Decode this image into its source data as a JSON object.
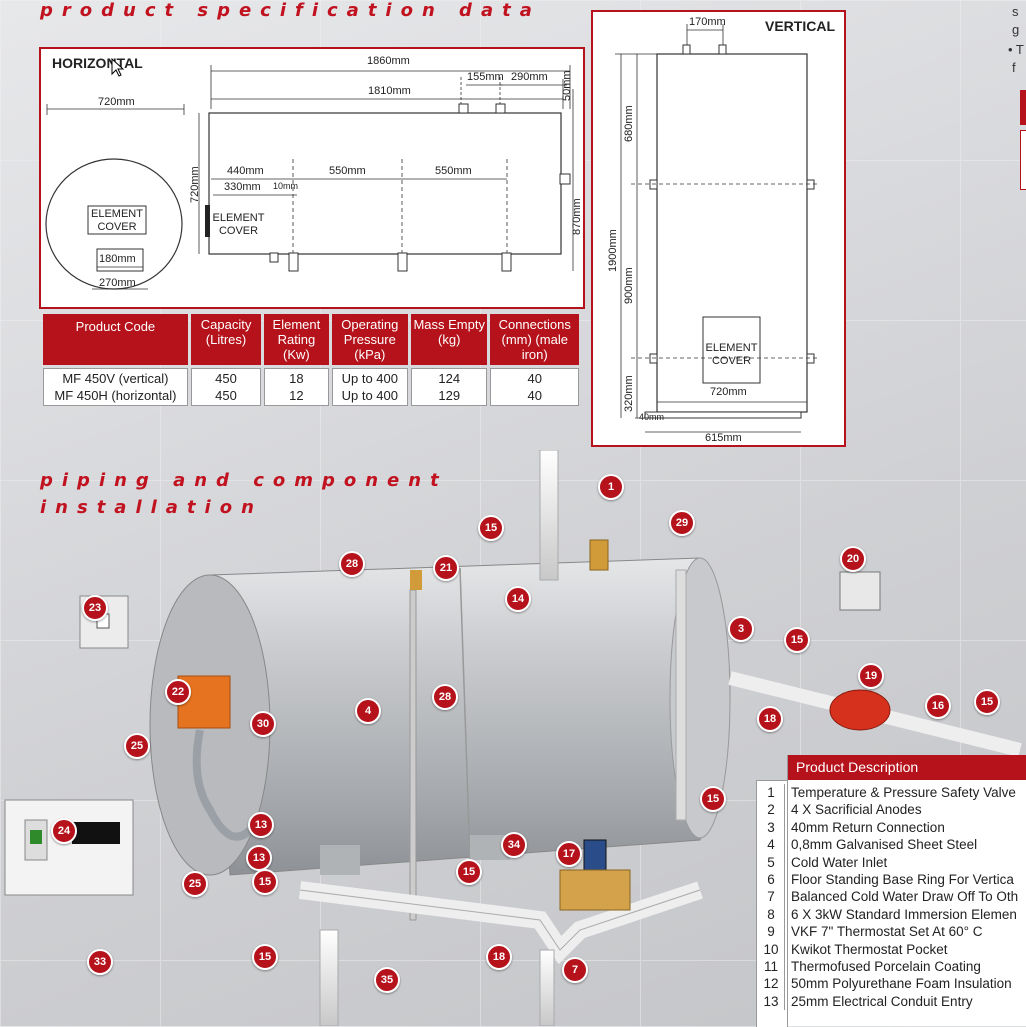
{
  "titles": {
    "spec": "product specification data",
    "piping_line1": "piping and component",
    "piping_line2": "installation"
  },
  "horizontal": {
    "label": "HORIZONTAL",
    "dims": {
      "d1860": "1860mm",
      "d155": "155mm",
      "d290": "290mm",
      "d1810": "1810mm",
      "d50": "50mm",
      "d720top": "720mm",
      "d720side": "720mm",
      "d440": "440mm",
      "d550a": "550mm",
      "d550b": "550mm",
      "d330": "330mm",
      "d10": "10mm",
      "d870": "870mm",
      "d180": "180mm",
      "d270": "270mm"
    },
    "element_cover_1": "ELEMENT COVER",
    "element_cover_2": "ELEMENT COVER"
  },
  "vertical": {
    "label": "VERTICAL",
    "dims": {
      "d170": "170mm",
      "d680": "680mm",
      "d1900": "1900mm",
      "d900": "900mm",
      "d320": "320mm",
      "d720": "720mm",
      "d40": "40mm",
      "d615": "615mm"
    },
    "element_cover": "ELEMENT COVER"
  },
  "spec_table": {
    "headers": [
      "Product Code",
      "Capacity (Litres)",
      "Element Rating (Kw)",
      "Operating Pressure (kPa)",
      "Mass Empty (kg)",
      "Connections (mm) (male iron)"
    ],
    "rows": [
      [
        "MF 450V (vertical)",
        "450",
        "18",
        "Up to 400",
        "124",
        "40"
      ],
      [
        "MF 450H (horizontal)",
        "450",
        "12",
        "Up to 400",
        "129",
        "40"
      ]
    ]
  },
  "product_description": {
    "title": "Product Description",
    "items": [
      {
        "num": "1",
        "text": "Temperature & Pressure Safety Valve"
      },
      {
        "num": "2",
        "text": "4 X Sacrificial Anodes"
      },
      {
        "num": "3",
        "text": "40mm Return Connection"
      },
      {
        "num": "4",
        "text": "0,8mm Galvanised Sheet Steel"
      },
      {
        "num": "5",
        "text": "Cold Water Inlet"
      },
      {
        "num": "6",
        "text": "Floor Standing Base Ring For Vertica"
      },
      {
        "num": "7",
        "text": "Balanced Cold Water Draw Off To Oth"
      },
      {
        "num": "8",
        "text": "6 X 3kW Standard Immersion Elemen"
      },
      {
        "num": "9",
        "text": "VKF 7\" Thermostat Set At 60° C"
      },
      {
        "num": "10",
        "text": "Kwikot Thermostat Pocket"
      },
      {
        "num": "11",
        "text": "Thermofused Porcelain Coating"
      },
      {
        "num": "12",
        "text": "50mm Polyurethane Foam Insulation"
      },
      {
        "num": "13",
        "text": "25mm Electrical Conduit Entry"
      }
    ]
  },
  "callouts": [
    "1",
    "15",
    "29",
    "28",
    "21",
    "14",
    "23",
    "3",
    "15",
    "20",
    "22",
    "4",
    "30",
    "28",
    "19",
    "16",
    "15",
    "18",
    "25",
    "13",
    "13",
    "15",
    "34",
    "17",
    "24",
    "15",
    "15",
    "18",
    "33",
    "25",
    "7",
    "15",
    "35"
  ],
  "top_right_fragments": [
    "s",
    "g",
    "• T",
    "f"
  ],
  "colors": {
    "accent": "#b5121b",
    "tank": "#c9cbce"
  }
}
